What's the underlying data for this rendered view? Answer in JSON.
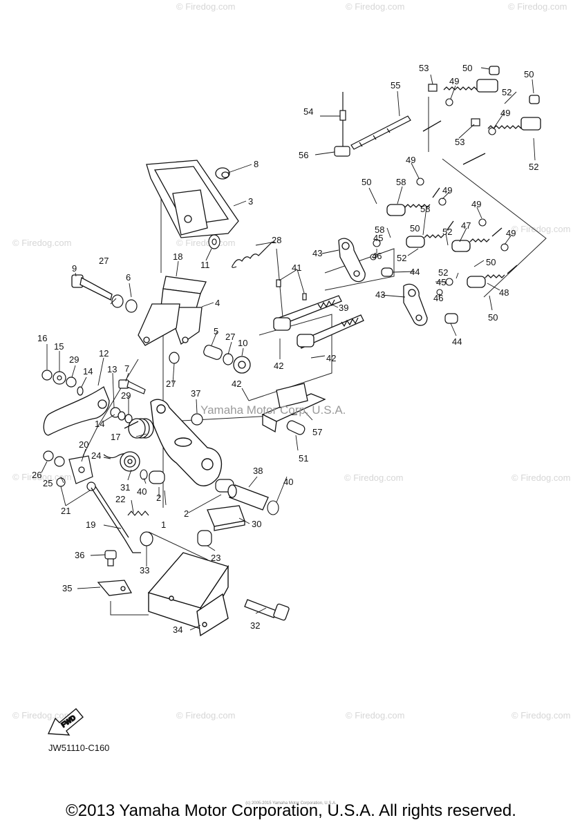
{
  "callouts": [
    {
      "id": "c1",
      "label": "1"
    },
    {
      "id": "c2a",
      "label": "2"
    },
    {
      "id": "c2b",
      "label": "2"
    },
    {
      "id": "c3",
      "label": "3"
    },
    {
      "id": "c4",
      "label": "4"
    },
    {
      "id": "c5",
      "label": "5"
    },
    {
      "id": "c6",
      "label": "6"
    },
    {
      "id": "c7",
      "label": "7"
    },
    {
      "id": "c8",
      "label": "8"
    },
    {
      "id": "c9",
      "label": "9"
    },
    {
      "id": "c10",
      "label": "10"
    },
    {
      "id": "c11",
      "label": "11"
    },
    {
      "id": "c12",
      "label": "12"
    },
    {
      "id": "c13",
      "label": "13"
    },
    {
      "id": "c14a",
      "label": "14"
    },
    {
      "id": "c14b",
      "label": "14"
    },
    {
      "id": "c15",
      "label": "15"
    },
    {
      "id": "c16",
      "label": "16"
    },
    {
      "id": "c17",
      "label": "17"
    },
    {
      "id": "c18",
      "label": "18"
    },
    {
      "id": "c19",
      "label": "19"
    },
    {
      "id": "c20",
      "label": "20"
    },
    {
      "id": "c21",
      "label": "21"
    },
    {
      "id": "c22",
      "label": "22"
    },
    {
      "id": "c23",
      "label": "23"
    },
    {
      "id": "c24",
      "label": "24"
    },
    {
      "id": "c25",
      "label": "25"
    },
    {
      "id": "c26",
      "label": "26"
    },
    {
      "id": "c27a",
      "label": "27"
    },
    {
      "id": "c27b",
      "label": "27"
    },
    {
      "id": "c27c",
      "label": "27"
    },
    {
      "id": "c28",
      "label": "28"
    },
    {
      "id": "c29a",
      "label": "29"
    },
    {
      "id": "c29b",
      "label": "29"
    },
    {
      "id": "c30",
      "label": "30"
    },
    {
      "id": "c31",
      "label": "31"
    },
    {
      "id": "c32",
      "label": "32"
    },
    {
      "id": "c33",
      "label": "33"
    },
    {
      "id": "c34",
      "label": "34"
    },
    {
      "id": "c35",
      "label": "35"
    },
    {
      "id": "c36",
      "label": "36"
    },
    {
      "id": "c37",
      "label": "37"
    },
    {
      "id": "c38",
      "label": "38"
    },
    {
      "id": "c39",
      "label": "39"
    },
    {
      "id": "c40a",
      "label": "40"
    },
    {
      "id": "c40b",
      "label": "40"
    },
    {
      "id": "c41",
      "label": "41"
    },
    {
      "id": "c42a",
      "label": "42"
    },
    {
      "id": "c42b",
      "label": "42"
    },
    {
      "id": "c42c",
      "label": "42"
    },
    {
      "id": "c43a",
      "label": "43"
    },
    {
      "id": "c43b",
      "label": "43"
    },
    {
      "id": "c44a",
      "label": "44"
    },
    {
      "id": "c44b",
      "label": "44"
    },
    {
      "id": "c45a",
      "label": "45"
    },
    {
      "id": "c45b",
      "label": "45"
    },
    {
      "id": "c46a",
      "label": "46"
    },
    {
      "id": "c46b",
      "label": "46"
    },
    {
      "id": "c47",
      "label": "47"
    },
    {
      "id": "c48",
      "label": "48"
    },
    {
      "id": "c49a",
      "label": "49"
    },
    {
      "id": "c49b",
      "label": "49"
    },
    {
      "id": "c49c",
      "label": "49"
    },
    {
      "id": "c49d",
      "label": "49"
    },
    {
      "id": "c49e",
      "label": "49"
    },
    {
      "id": "c49f",
      "label": "49"
    },
    {
      "id": "c50a",
      "label": "50"
    },
    {
      "id": "c50b",
      "label": "50"
    },
    {
      "id": "c50c",
      "label": "50"
    },
    {
      "id": "c50d",
      "label": "50"
    },
    {
      "id": "c50e",
      "label": "50"
    },
    {
      "id": "c50f",
      "label": "50"
    },
    {
      "id": "c51",
      "label": "51"
    },
    {
      "id": "c52a",
      "label": "52"
    },
    {
      "id": "c52b",
      "label": "52"
    },
    {
      "id": "c52c",
      "label": "52"
    },
    {
      "id": "c52d",
      "label": "52"
    },
    {
      "id": "c52e",
      "label": "52"
    },
    {
      "id": "c53a",
      "label": "53"
    },
    {
      "id": "c53b",
      "label": "53"
    },
    {
      "id": "c54",
      "label": "54"
    },
    {
      "id": "c55",
      "label": "55"
    },
    {
      "id": "c56",
      "label": "56"
    },
    {
      "id": "c57",
      "label": "57"
    },
    {
      "id": "c58a",
      "label": "58"
    },
    {
      "id": "c58b",
      "label": "58"
    },
    {
      "id": "c58c",
      "label": "58"
    }
  ],
  "watermark_text": "© Firedog.com",
  "center_watermark": "Yamaha Motor Corp, U.S.A.",
  "fwd_label": "FWD",
  "diagram_code": "JW51110-C160",
  "tiny_copyright": "(c) 2005-2015 Yamaha Motor Corporation, U.S.A.",
  "footer_copyright": "©2013 Yamaha Motor Corporation, U.S.A. All rights reserved."
}
